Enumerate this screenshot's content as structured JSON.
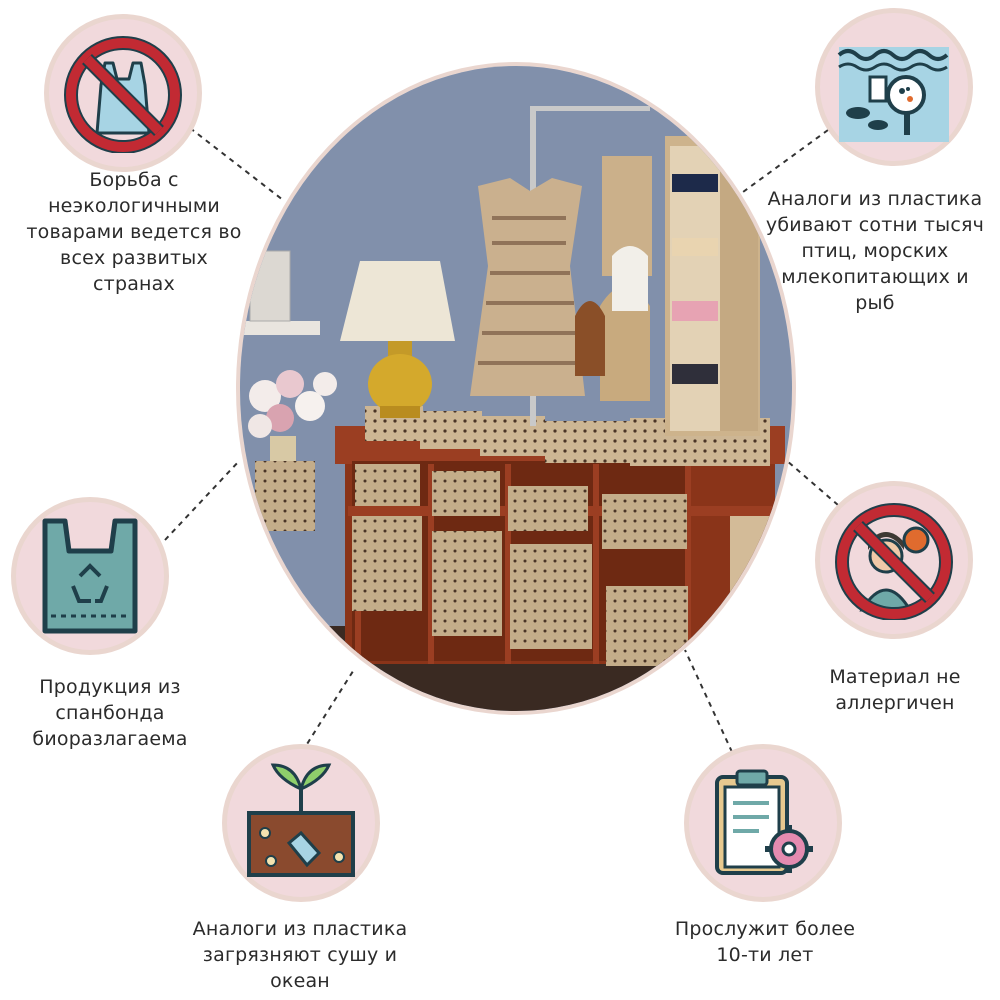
{
  "features": [
    {
      "id": "fight",
      "lines": [
        "Борьба с",
        "неэкологичными",
        "товарами ведется во",
        "всех развитых",
        "странах"
      ],
      "icon": "no-plastic-bag-icon"
    },
    {
      "id": "ocean",
      "lines": [
        "Аналоги из пластика",
        "убивают сотни тысяч",
        "птиц, морских",
        "млекопитающих и",
        "рыб"
      ],
      "icon": "ocean-pollution-icon"
    },
    {
      "id": "biodegradable",
      "lines": [
        "Продукция из",
        "спанбонда",
        "биоразлагаема"
      ],
      "icon": "recycle-bag-icon"
    },
    {
      "id": "allergy",
      "lines": [
        "Материал не",
        "аллергичен"
      ],
      "icon": "no-allergy-icon"
    },
    {
      "id": "soil",
      "lines": [
        "Аналоги из пластика",
        "загрязняют сушу и",
        "океан"
      ],
      "icon": "soil-pollution-icon"
    },
    {
      "id": "durable",
      "lines": [
        "Прослужит более",
        "10-ти лет"
      ],
      "icon": "clipboard-gear-icon"
    }
  ],
  "colors": {
    "circle_fill": "#f1d9dc",
    "circle_ring": "#ead6cf",
    "no_sign_red": "#c22a33",
    "icon_teal": "#6fa9a8",
    "icon_dark": "#1f3f4a"
  }
}
